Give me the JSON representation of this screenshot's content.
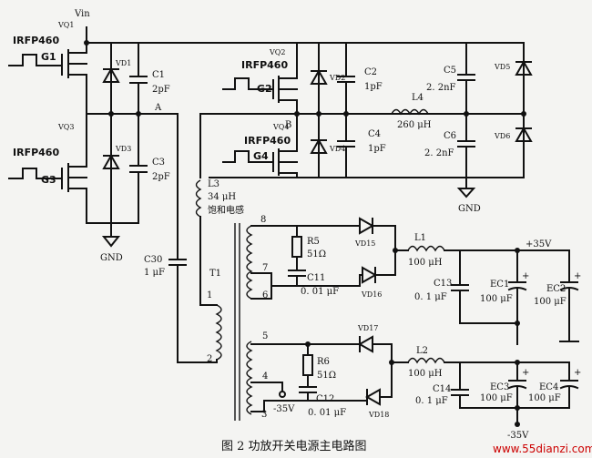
{
  "labels": {
    "vin": "Vin",
    "vq1": "VQ1",
    "q1_part": "IRFP460",
    "g1": "G1",
    "vq3": "VQ3",
    "q3_part": "IRFP460",
    "g3": "G3",
    "vq2": "VQ2",
    "q2_part": "IRFP460",
    "g2": "G2",
    "vq4": "VQ4",
    "q4_part": "IRFP460",
    "g4": "G4",
    "vd1": "VD1",
    "vd3": "VD3",
    "vd2": "VD2",
    "vd4": "VD4",
    "vd5": "VD5",
    "vd6": "VD6",
    "c1": "C1",
    "c1_val": "2pF",
    "c3": "C3",
    "c3_val": "2pF",
    "c2": "C2",
    "c2_val": "1pF",
    "c4": "C4",
    "c4_val": "1pF",
    "c5": "C5",
    "c5_val": "2. 2nF",
    "c6": "C6",
    "c6_val": "2. 2nF",
    "l4": "L4",
    "l4_val": "260 μH",
    "node_a": "A",
    "node_b": "B",
    "gnd1": "GND",
    "gnd2": "GND",
    "l3": "L3",
    "l3_val": "34 μH",
    "l3_desc": "饱和电感",
    "c30": "C30",
    "c30_val": "1 μF",
    "t1": "T1",
    "pin8": "8",
    "pin7": "7",
    "pin6": "6",
    "pin1": "1",
    "pin2": "2",
    "pin5": "5",
    "pin4": "4",
    "pin3": "3",
    "r5": "R5",
    "r5_val": "51Ω",
    "c11": "C11",
    "c11_val": "0. 01 μF",
    "vd15": "VD15",
    "vd16": "VD16",
    "l1": "L1",
    "l1_val": "100 μH",
    "c13": "C13",
    "c13_val": "0. 1 μF",
    "ec1": "EC1",
    "ec1_val": "100 μF",
    "ec2": "EC2",
    "ec2_val": "100 μF",
    "plus35": "+35V",
    "r6": "R6",
    "r6_val": "51Ω",
    "c12": "C12",
    "c12_val": "0. 01 μF",
    "vd17": "VD17",
    "vd18": "VD18",
    "l2": "L2",
    "l2_val": "100 μH",
    "c14": "C14",
    "c14_val": "0. 1 μF",
    "ec3": "EC3",
    "ec3_val": "100 μF",
    "ec4": "EC4",
    "ec4_val": "100 μF",
    "minus35_a": "-35V",
    "minus35_b": "-35V",
    "plus": "+"
  },
  "caption": "图 2    功放开关电源主电路图",
  "watermark": "www.55dianzi.com"
}
